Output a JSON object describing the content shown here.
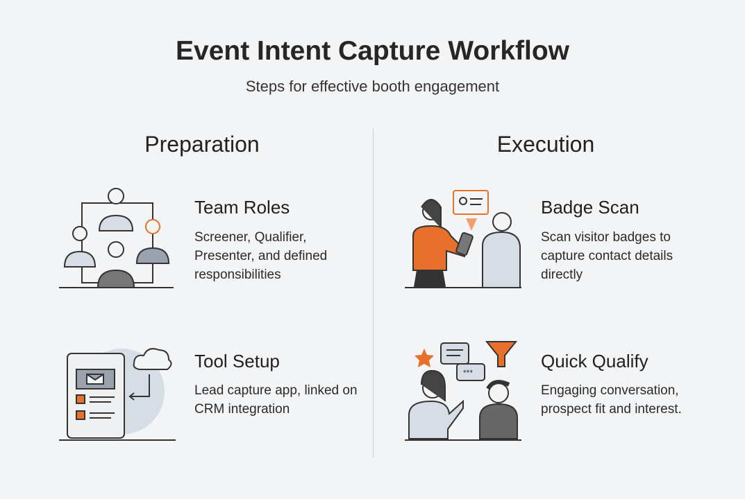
{
  "title": "Event Intent Capture Workflow",
  "subtitle": "Steps for effective booth engagement",
  "columns": [
    {
      "heading": "Preparation",
      "items": [
        {
          "title": "Team Roles",
          "description": "Screener, Qualifier, Presenter, and defined responsibilities",
          "icon": "team-roles-icon"
        },
        {
          "title": "Tool Setup",
          "description": "Lead capture app, linked on CRM integration",
          "icon": "tablet-cloud-icon"
        }
      ]
    },
    {
      "heading": "Execution",
      "items": [
        {
          "title": "Badge Scan",
          "description": "Scan visitor badges to capture contact details directly",
          "icon": "badge-scan-icon"
        },
        {
          "title": "Quick Qualify",
          "description": "Engaging conversation, prospect fit and interest.",
          "icon": "conversation-icon"
        }
      ]
    }
  ],
  "colors": {
    "accent": "#e8702a",
    "outline": "#333333",
    "fill": "#d6dde5",
    "background": "#f3f4f5"
  }
}
